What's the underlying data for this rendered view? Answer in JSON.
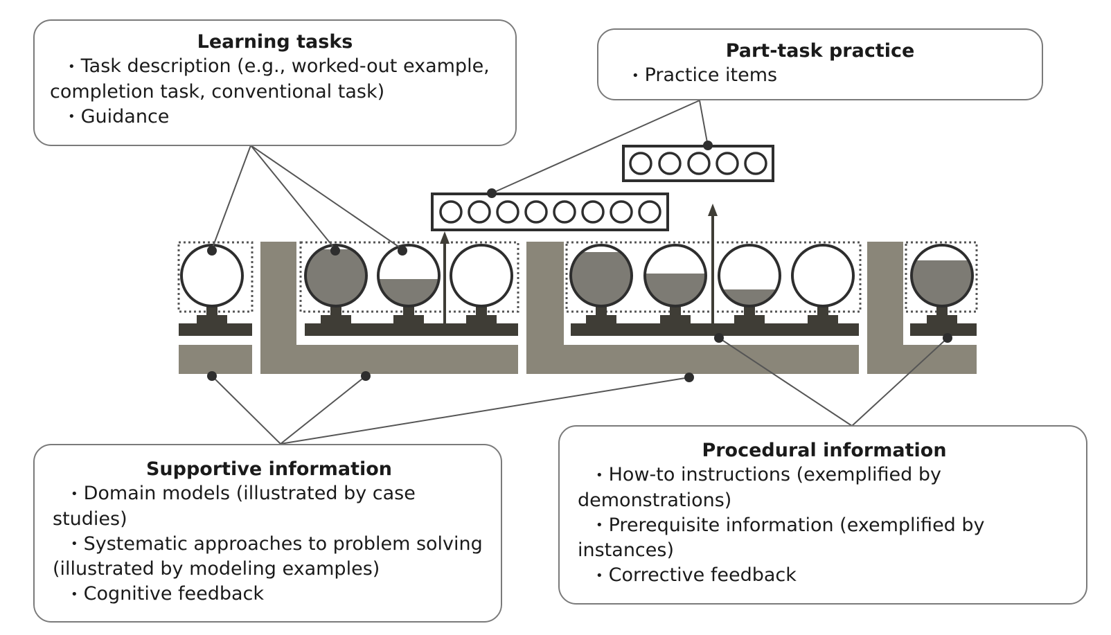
{
  "learning_tasks": {
    "title": "Learning tasks",
    "items": [
      "Task description (e.g., worked-out example,",
      "completion task, conventional task)",
      "Guidance"
    ]
  },
  "part_task_practice": {
    "title": "Part-task practice",
    "items": [
      "Practice items"
    ]
  },
  "supportive_information": {
    "title": "Supportive information",
    "items": [
      "Domain models (illustrated by case",
      "studies)",
      "Systematic approaches to problem solving",
      "(illustrated by modeling examples)",
      "Cognitive feedback"
    ]
  },
  "procedural_information": {
    "title": "Procedural information",
    "items": [
      "How-to instructions (exemplified by",
      "demonstrations)",
      "Prerequisite information (exemplified by",
      "instances)",
      "Corrective feedback"
    ]
  },
  "colors": {
    "band": "#8a8679",
    "dark": "#3f3d36",
    "fill": "#7d7b74",
    "line": "#555555",
    "border": "#7a7a7a"
  }
}
